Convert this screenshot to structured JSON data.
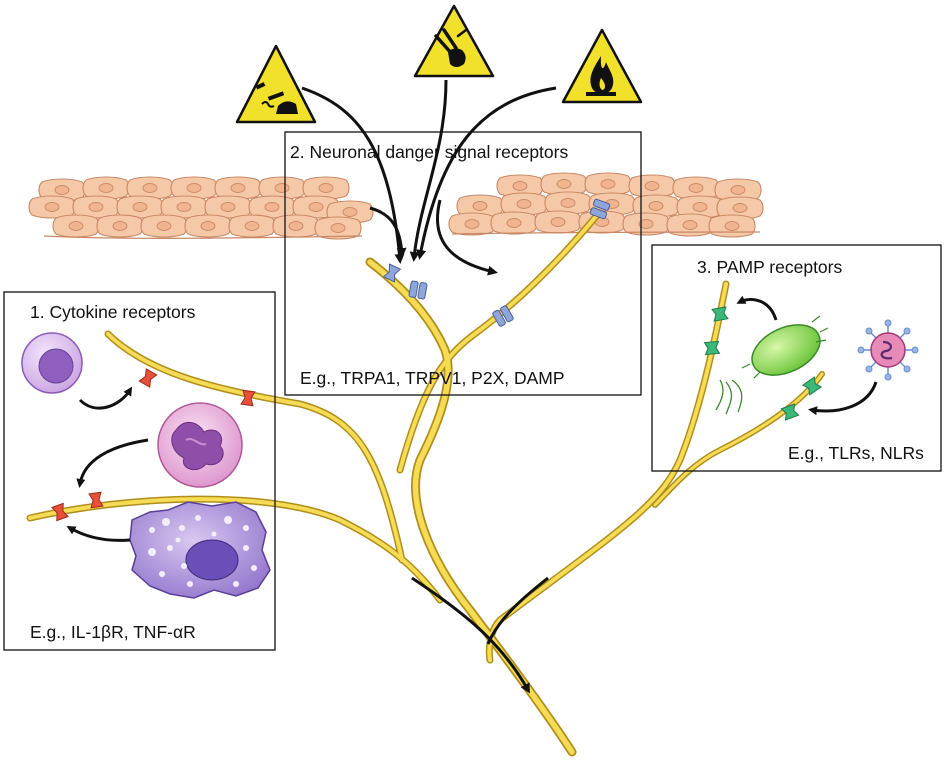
{
  "boxes": {
    "cytokine": {
      "title": "1. Cytokine receptors",
      "example": "E.g., IL-1βR, TNF-αR"
    },
    "danger": {
      "title": "2. Neuronal danger signal receptors",
      "example": "E.g., TRPA1, TRPV1, P2X, DAMP"
    },
    "pamp": {
      "title": "3. PAMP receptors",
      "example": "E.g., TLRs, NLRs"
    }
  },
  "icons": {
    "warning_1": "chemical-hazard-icon",
    "warning_2": "injury-hazard-icon",
    "warning_3": "fire-hazard-icon"
  },
  "colors": {
    "nerve": "#f6dc55",
    "nerve_outline": "#b08e1c",
    "epithelium": "#f5c8a8",
    "warning": "#f2e12a",
    "cytokine_receptor": "#e8503a",
    "danger_receptor": "#8fa6d8",
    "pamp_receptor": "#3cb878",
    "bacterium": "#7ed84a",
    "virus": "#d46aa0",
    "immune_cells": "#9a6cc4"
  }
}
